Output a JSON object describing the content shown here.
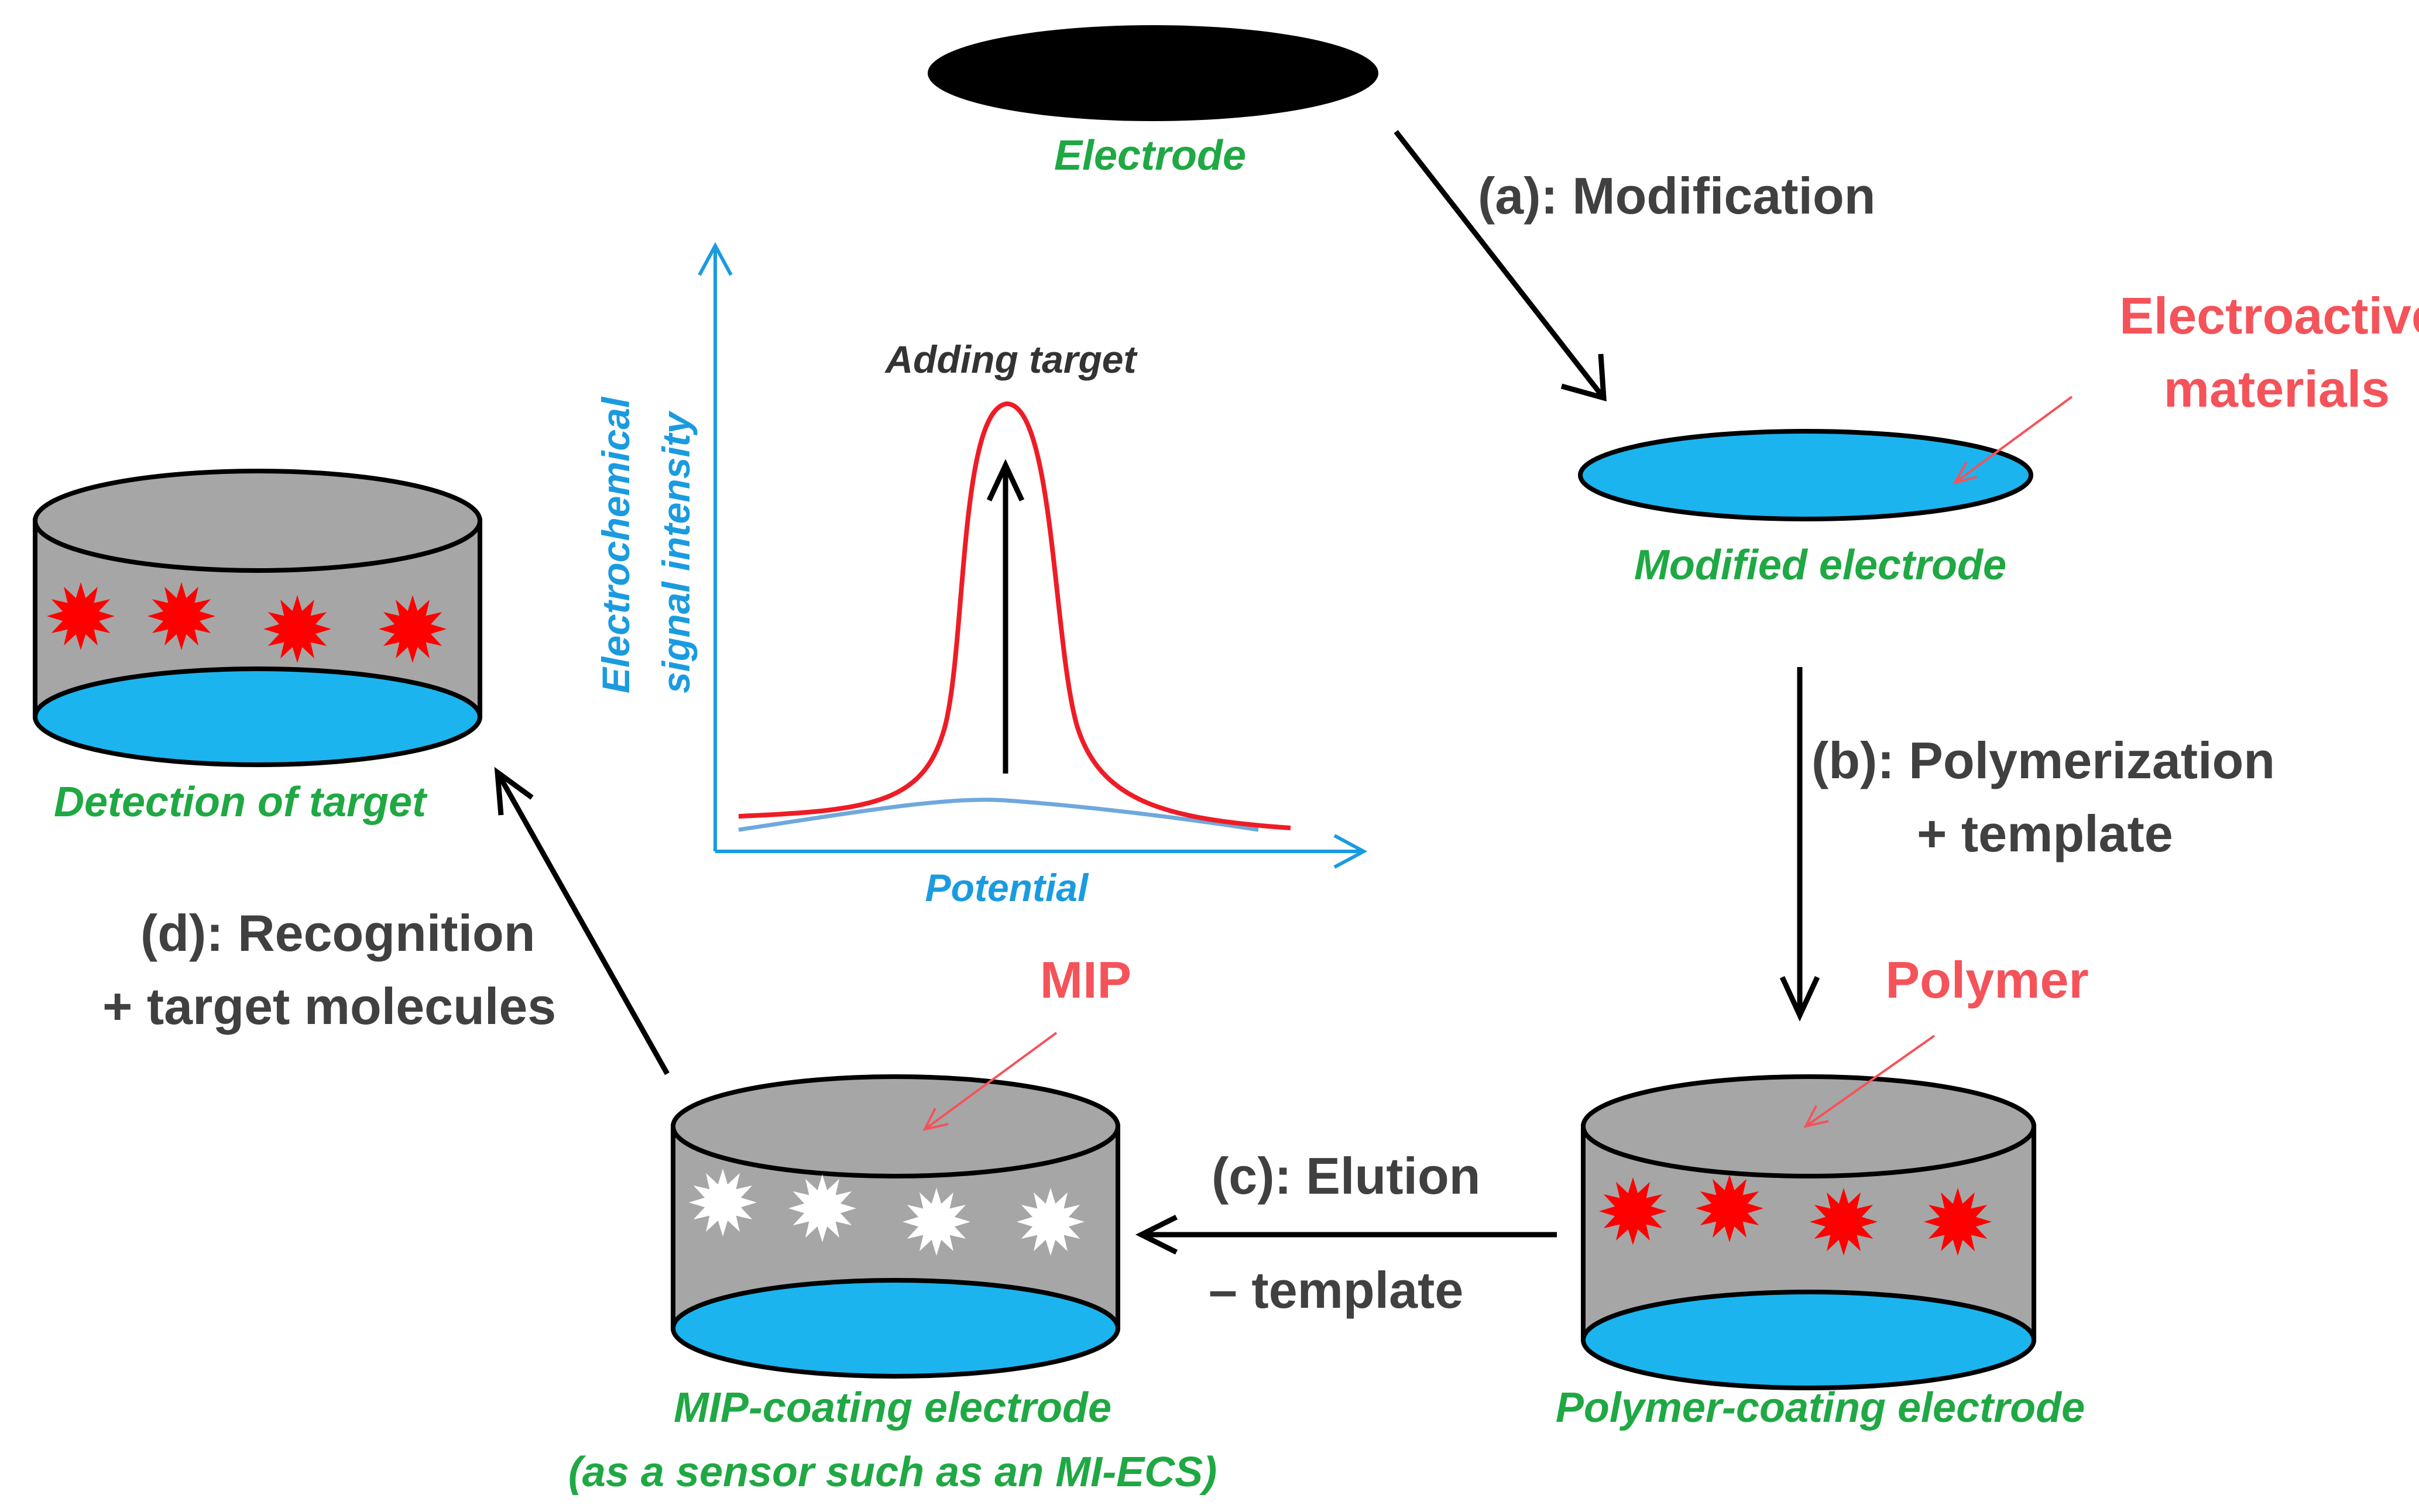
{
  "labels": {
    "electrode": "Electrode",
    "modified_electrode": "Modified electrode",
    "electroactive_line1": "Electroactive",
    "electroactive_line2": "materials",
    "polymer": "Polymer",
    "polymer_coating_electrode": "Polymer-coating electrode",
    "mip": "MIP",
    "mip_coating_line1": "MIP-coating electrode",
    "mip_coating_line2": "(as a sensor such as an MI-ECS)",
    "detection_of_target": "Detection of target"
  },
  "steps": {
    "a": "(a): Modification",
    "b_line1": "(b): Polymerization",
    "b_line2": "+ template",
    "c_line1": "(c): Elution",
    "c_line2": "– template",
    "d_line1": "(d): Recognition",
    "d_line2": "+ target molecules"
  },
  "graph": {
    "ylabel_line1": "Electrochemical",
    "ylabel_line2": "signal intensity",
    "xlabel": "Potential",
    "annotation": "Adding target"
  },
  "colors": {
    "electrode_surface": "#1cb4ee",
    "cylinder_body": "#a6a6a6",
    "template_star": "#ff0000",
    "cavity_star": "#ffffff",
    "label_green": "#1fa843",
    "label_red": "#f4535a",
    "axis_blue": "#1a9be0"
  }
}
